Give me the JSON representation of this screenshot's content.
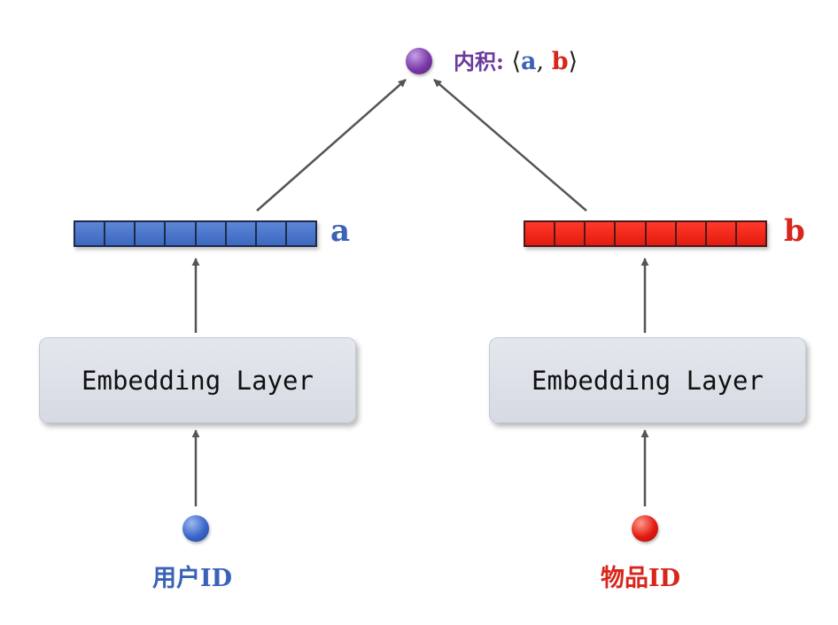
{
  "left_branch": {
    "input_label": "用户ID",
    "layer_label": "Embedding Layer",
    "vector_label": "a",
    "vector_cells": 8,
    "color": "#3a63b7"
  },
  "right_branch": {
    "input_label": "物品ID",
    "layer_label": "Embedding Layer",
    "vector_label": "b",
    "vector_cells": 8,
    "color": "#d8261c"
  },
  "output": {
    "title": "内积:",
    "open_bracket": "⟨",
    "operand_a": "a",
    "separator": ",",
    "operand_b": "b",
    "close_bracket": "⟩",
    "color": "#6b3a9c"
  },
  "arrow_color": "#555555"
}
